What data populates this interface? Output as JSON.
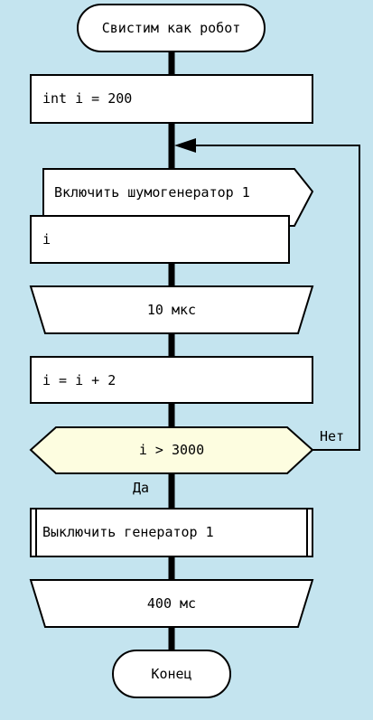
{
  "flowchart": {
    "start": "Свистим как робот",
    "init": "int i = 200",
    "action_on": "Включить шумогенератор 1",
    "action_on_param": "i",
    "delay1": "10 мкс",
    "increment": "i = i + 2",
    "condition": "i > 3000",
    "no_label": "Нет",
    "yes_label": "Да",
    "action_off": "Выключить генератор 1",
    "delay2": "400 мс",
    "end": "Конец"
  },
  "colors": {
    "background": "#c4e4ef",
    "block_fill": "#ffffff",
    "condition_fill": "#fdfde0",
    "stroke": "#000000"
  }
}
